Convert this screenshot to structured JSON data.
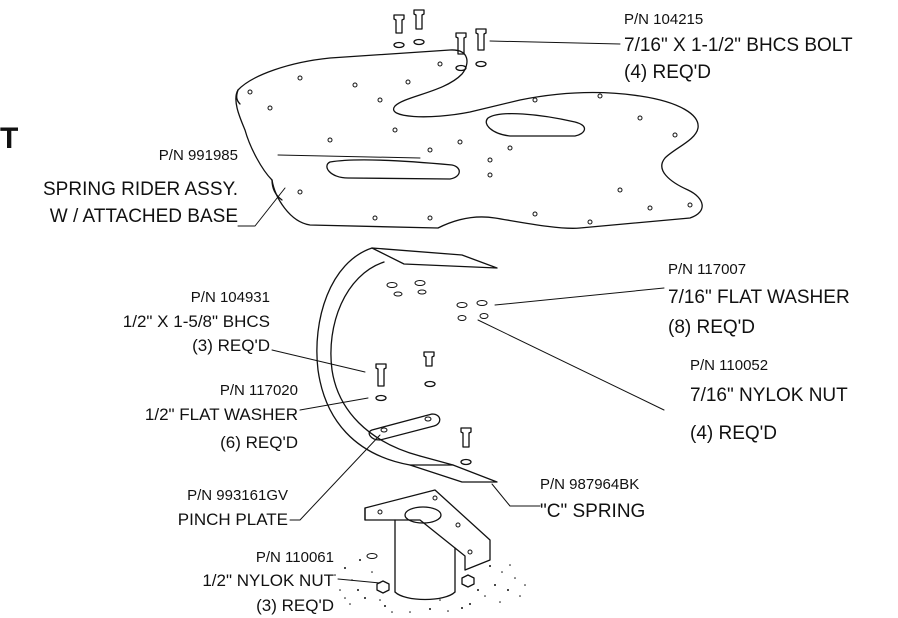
{
  "heading_fragment": "T",
  "callouts": {
    "bolt": {
      "pn": "P/N 104215",
      "desc": "7/16\" X 1-1/2\" BHCS BOLT",
      "qty": "(4) REQ'D"
    },
    "rider": {
      "pn": "P/N 991985",
      "desc": "SPRING RIDER ASSY.",
      "desc2": "W / ATTACHED BASE"
    },
    "washer7": {
      "pn": "P/N 117007",
      "desc": "7/16\" FLAT WASHER",
      "qty": "(8) REQ'D"
    },
    "bhcs": {
      "pn": "P/N 104931",
      "desc": "1/2\" X 1-5/8\" BHCS",
      "qty": "(3) REQ'D"
    },
    "nut7": {
      "pn": "P/N 110052",
      "desc": "7/16\" NYLOK NUT",
      "qty": "(4) REQ'D"
    },
    "washer12": {
      "pn": "P/N 117020",
      "desc": "1/2\" FLAT WASHER",
      "qty": "(6) REQ'D"
    },
    "pinch": {
      "pn": "P/N 993161GV",
      "desc": "PINCH PLATE"
    },
    "spring": {
      "pn": "P/N 987964BK",
      "desc": "\"C\" SPRING"
    },
    "nut12": {
      "pn": "P/N 110061",
      "desc": "1/2\" NYLOK NUT",
      "qty": "(3) REQ'D"
    }
  }
}
